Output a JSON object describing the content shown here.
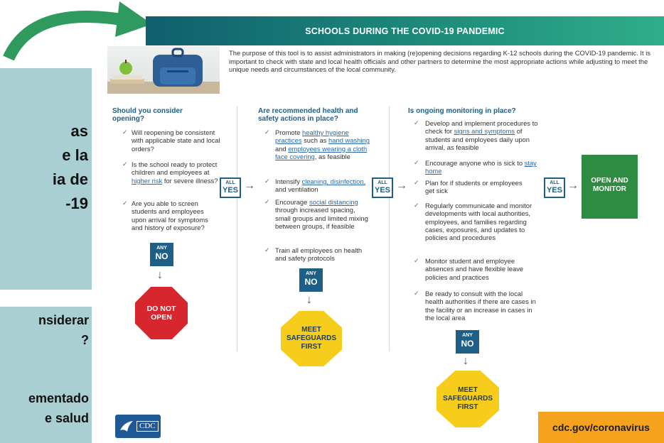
{
  "left_panel_top": {
    "lines": [
      "as",
      "e la",
      "ia de",
      "-19"
    ]
  },
  "left_panel_bottom": {
    "lines": [
      "nsiderar",
      "?",
      "",
      "ementado",
      "e salud"
    ]
  },
  "header": {
    "title": "SCHOOLS DURING THE COVID-19 PANDEMIC",
    "intro": "The purpose of this tool is to assist administrators in making (re)opening decisions regarding K-12 schools during the COVID-19 pandemic. It is important to check with state and local health officials and other partners to determine the most appropriate actions while adjusting to meet the unique needs and circumstances of the local community."
  },
  "col1": {
    "heading": "Should you consider opening?",
    "items": [
      "Will reopening be consistent with applicable state and local orders?",
      "Is the school ready to protect children and employees at higher risk for severe illness?",
      "Are you able to screen students and employees upon arrival for symptoms and history of exposure?"
    ],
    "any_no": {
      "any": "ANY",
      "no": "NO"
    },
    "stop_sign": "DO NOT OPEN"
  },
  "col2": {
    "heading": "Are recommended health and safety actions in place?",
    "items": [
      "Promote healthy hygiene practices such as hand washing and employees wearing a cloth face covering, as feasible",
      "Intensify cleaning, disinfection, and ventilation",
      "Encourage social distancing through increased spacing, small groups and limited mixing between groups, if feasible",
      "Train all employees on health and safety protocols"
    ],
    "any_no": {
      "any": "ANY",
      "no": "NO"
    },
    "sign": "MEET SAFEGUARDS FIRST"
  },
  "col3": {
    "heading": "Is ongoing monitoring in place?",
    "items": [
      "Develop and implement procedures to check for signs and symptoms of students and employees daily upon arrival, as feasible",
      "Encourage anyone who is sick to stay home",
      "Plan for if students or employees get sick",
      "Regularly communicate and monitor developments with local authorities, employees, and families regarding cases, exposures, and updates to policies and procedures",
      "Monitor student and employee absences and have flexible leave policies and practices",
      "Be ready to consult with the local health authorities if there are cases in the facility or an increase in cases in the local area"
    ],
    "any_no": {
      "any": "ANY",
      "no": "NO"
    },
    "sign": "MEET SAFEGUARDS FIRST"
  },
  "all_yes": {
    "all": "ALL",
    "yes": "YES"
  },
  "open_box": "OPEN AND MONITOR",
  "footer": {
    "logo_text": "CDC",
    "url": "cdc.gov/coronavirus"
  },
  "colors": {
    "panel": "#a9cfd3",
    "header_start": "#0f5f6d",
    "header_end": "#2fae8a",
    "heading_blue": "#1d5f87",
    "stop_red": "#d8262e",
    "safeguard_yellow": "#f7cd1b",
    "open_green": "#2e8b42",
    "url_orange": "#f6a21c",
    "arrow_green": "#2e9a5e"
  }
}
